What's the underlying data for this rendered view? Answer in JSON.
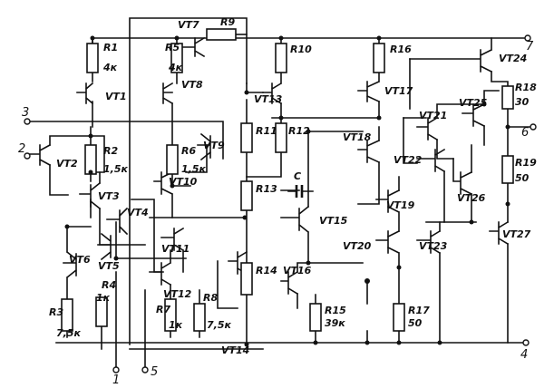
{
  "resistors": [
    {
      "id": "R1",
      "ref": "R1",
      "value": "4к"
    },
    {
      "id": "R2",
      "ref": "R2",
      "value": "1,5к"
    },
    {
      "id": "R3",
      "ref": "R3",
      "value": "7,5к"
    },
    {
      "id": "R4",
      "ref": "R4",
      "value": "1к"
    },
    {
      "id": "R5",
      "ref": "R5",
      "value": "4к"
    },
    {
      "id": "R6",
      "ref": "R6",
      "value": "1,5к"
    },
    {
      "id": "R7",
      "ref": "R7",
      "value": "1к"
    },
    {
      "id": "R8",
      "ref": "R8",
      "value": "7,5к"
    },
    {
      "id": "R9",
      "ref": "R9",
      "value": ""
    },
    {
      "id": "R10",
      "ref": "R10",
      "value": ""
    },
    {
      "id": "R11",
      "ref": "R11",
      "value": ""
    },
    {
      "id": "R12",
      "ref": "R12",
      "value": ""
    },
    {
      "id": "R13",
      "ref": "R13",
      "value": ""
    },
    {
      "id": "R14",
      "ref": "R14",
      "value": ""
    },
    {
      "id": "R15",
      "ref": "R15",
      "value": "39к"
    },
    {
      "id": "R16",
      "ref": "R16",
      "value": ""
    },
    {
      "id": "R17",
      "ref": "R17",
      "value": "50"
    },
    {
      "id": "R18",
      "ref": "R18",
      "value": "30"
    },
    {
      "id": "R19",
      "ref": "R19",
      "value": "50"
    }
  ],
  "transistors": [
    "VT1",
    "VT2",
    "VT3",
    "VT4",
    "VT5",
    "VT6",
    "VT7",
    "VT8",
    "VT9",
    "VT10",
    "VT11",
    "VT12",
    "VT13",
    "VT14",
    "VT15",
    "VT16",
    "VT17",
    "VT18",
    "VT19",
    "VT20",
    "VT21",
    "VT22",
    "VT23",
    "VT24",
    "VT25",
    "VT26",
    "VT27"
  ],
  "capacitor": {
    "ref": "C"
  },
  "pins": [
    "1",
    "2",
    "3",
    "4",
    "5",
    "6",
    "7"
  ]
}
